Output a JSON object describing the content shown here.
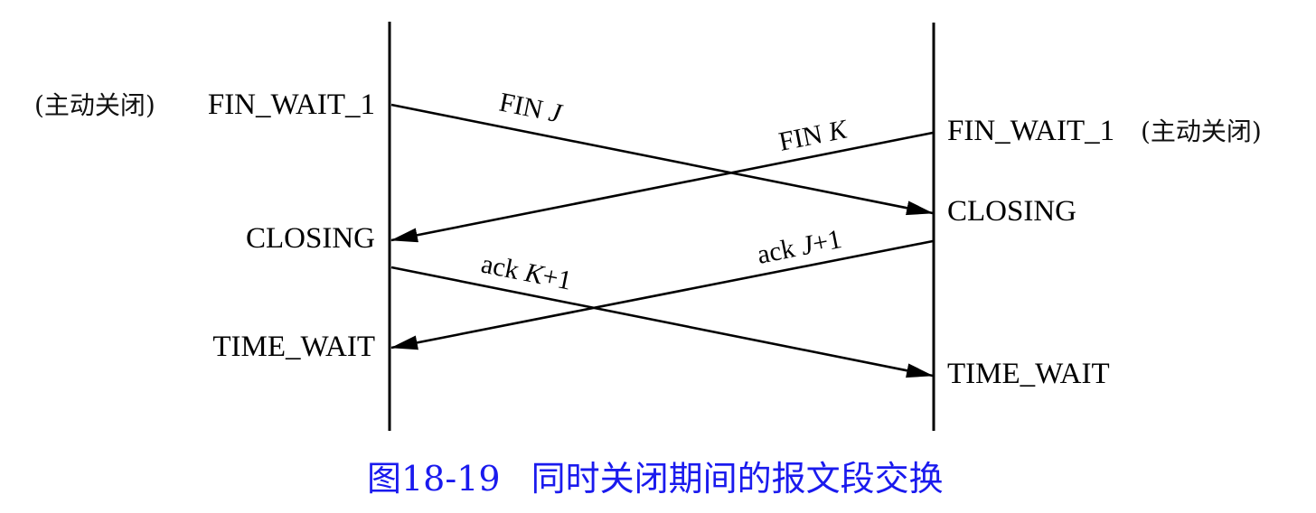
{
  "diagram": {
    "type": "sequence",
    "left_host": {
      "states": [
        {
          "id": "l-fin-wait-1",
          "label": "FIN_WAIT_1",
          "note": "(主动关闭)"
        },
        {
          "id": "l-closing",
          "label": "CLOSING",
          "note": ""
        },
        {
          "id": "l-time-wait",
          "label": "TIME_WAIT",
          "note": ""
        }
      ]
    },
    "right_host": {
      "states": [
        {
          "id": "r-fin-wait-1",
          "label": "FIN_WAIT_1",
          "note": "(主动关闭)"
        },
        {
          "id": "r-closing",
          "label": "CLOSING",
          "note": ""
        },
        {
          "id": "r-time-wait",
          "label": "TIME_WAIT",
          "note": ""
        }
      ]
    },
    "segments": [
      {
        "id": "fin-j",
        "label": "FIN J",
        "label_parts": [
          "FIN ",
          "J"
        ],
        "from": "left",
        "to": "right"
      },
      {
        "id": "fin-k",
        "label": "FIN K",
        "label_parts": [
          "FIN ",
          "K"
        ],
        "from": "right",
        "to": "left"
      },
      {
        "id": "ack-k-plus-1",
        "label": "ack K+1",
        "label_parts": [
          "ack ",
          "K",
          "+1"
        ],
        "from": "left",
        "to": "right"
      },
      {
        "id": "ack-j-plus-1",
        "label": "ack J+1",
        "label_parts": [
          "ack ",
          "J",
          "+1"
        ],
        "from": "right",
        "to": "left"
      }
    ],
    "caption": {
      "figure_number": "图18-19",
      "title": "同时关闭期间的报文段交换"
    },
    "colors": {
      "line": "#000000",
      "caption": "#1a1aee"
    }
  }
}
